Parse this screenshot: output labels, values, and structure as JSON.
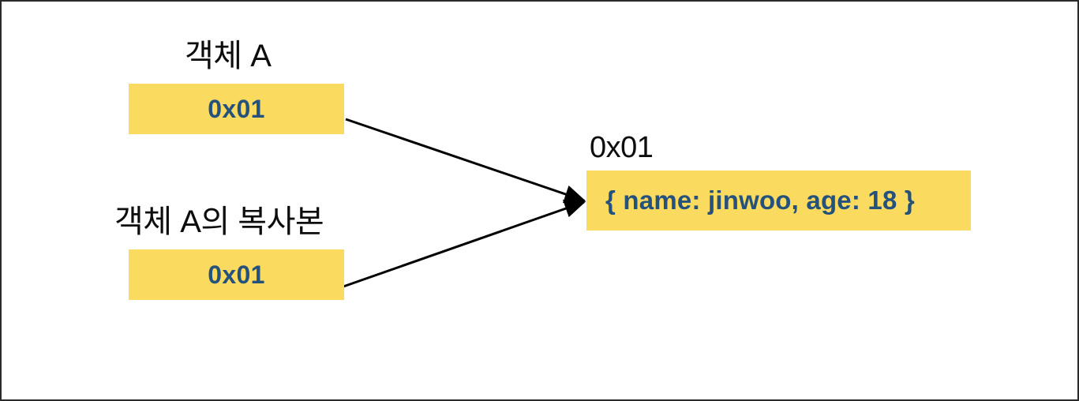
{
  "diagram": {
    "title": "Object reference vs. copy diagram",
    "background_color": "#ffffff",
    "border_color": "#2b2b2b",
    "accent_color": "#fadb5f",
    "value_text_color": "#25527c",
    "caption_text_color": "#0d0d0d",
    "arrow_color": "#000000",
    "nodes": [
      {
        "id": "object-a",
        "caption": "객체 A",
        "value": "0x01"
      },
      {
        "id": "object-a-copy",
        "caption": "객체 A의 복사본",
        "value": "0x01"
      },
      {
        "id": "heap-object",
        "caption": "0x01",
        "value": "{ name: jinwoo, age: 18 }"
      }
    ],
    "arrows": [
      {
        "id": "arrow-object-a-to-heap",
        "from": "object-a",
        "to": "heap-object",
        "style": "solid",
        "head": "filled-triangle"
      },
      {
        "id": "arrow-object-a-copy-to-heap",
        "from": "object-a-copy",
        "to": "heap-object",
        "style": "solid",
        "head": "filled-triangle"
      }
    ]
  }
}
